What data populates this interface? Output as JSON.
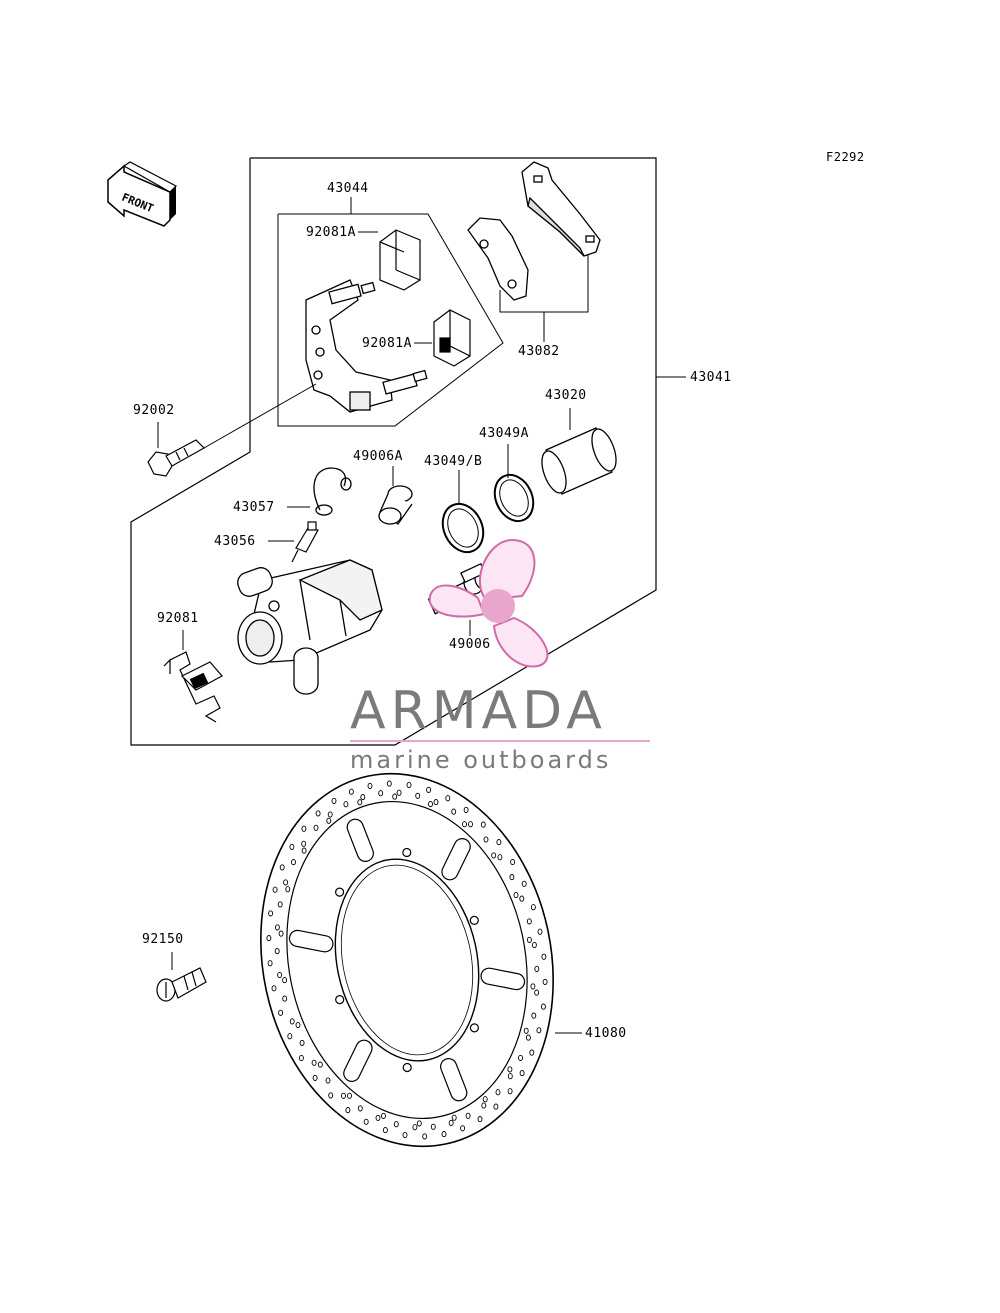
{
  "figure_code": "F2292",
  "front_arrow_text": "FRONT",
  "parts": {
    "p43044": "43044",
    "p92081A_1": "92081A",
    "p92081A_2": "92081A",
    "p43082": "43082",
    "p43041": "43041",
    "p43020": "43020",
    "p92002": "92002",
    "p43049A": "43049A",
    "p49006A": "49006A",
    "p43049B": "43049/B",
    "p43057": "43057",
    "p43056": "43056",
    "p92081": "92081",
    "p49006": "49006",
    "p92150": "92150",
    "p41080": "41080"
  },
  "watermark": {
    "brand": "ARMADA",
    "tagline": "marine outboards",
    "colors": {
      "text": "#7a7a7a",
      "accent": "#e8a6cf",
      "accent_dark": "#d06aa8"
    }
  }
}
